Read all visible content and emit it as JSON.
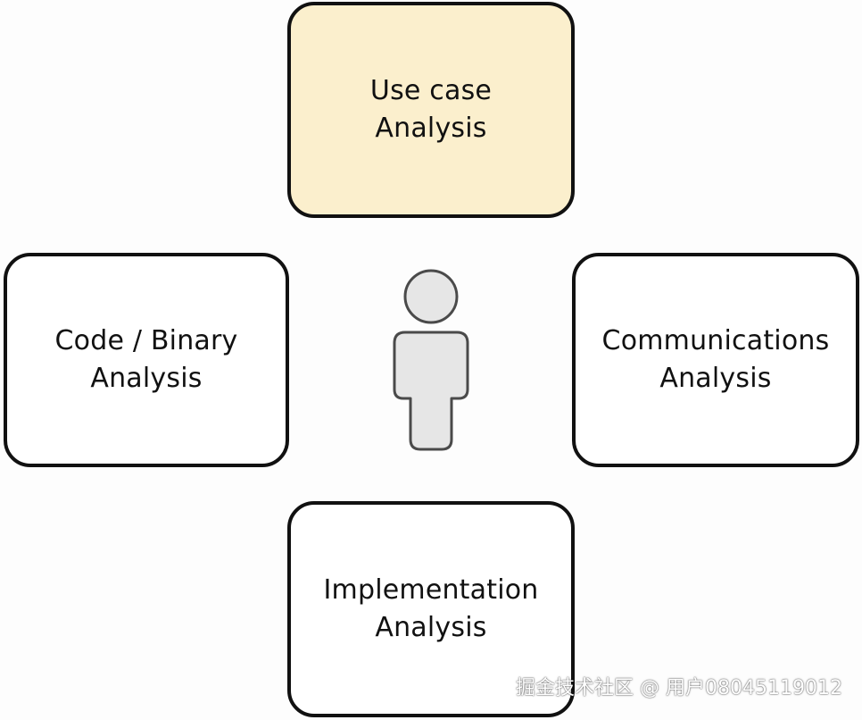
{
  "diagram": {
    "boxes": {
      "top": {
        "label": "Use case\nAnalysis"
      },
      "left": {
        "label": "Code / Binary\nAnalysis"
      },
      "right": {
        "label": "Communications\nAnalysis"
      },
      "bottom": {
        "label": "Implementation\nAnalysis"
      }
    },
    "center_icon": "person-icon",
    "colors": {
      "highlight_fill": "#fbefcd",
      "box_stroke": "#111111",
      "figure_fill": "#e6e6e6",
      "figure_stroke": "#4a4a4a"
    }
  },
  "watermark": "掘金技术社区 @ 用户08045119012"
}
